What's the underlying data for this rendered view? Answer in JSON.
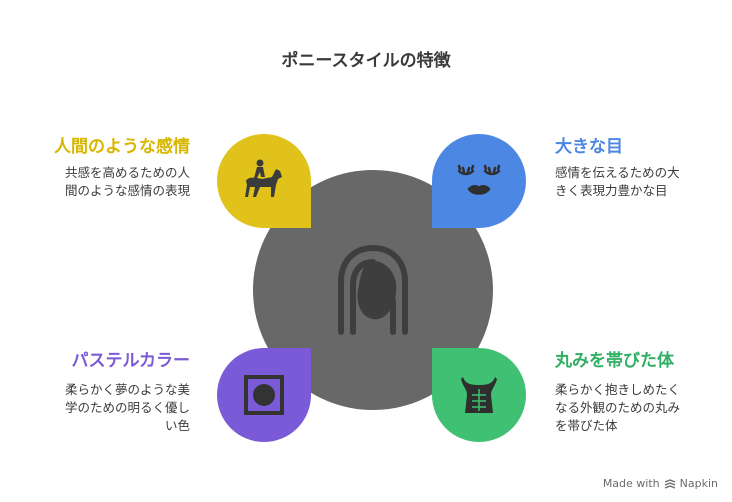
{
  "title": "ポニースタイルの特徴",
  "items": [
    {
      "heading": "人間のような感情",
      "desc_lines": [
        "共感を高めるための人",
        "間のような感情の表現"
      ],
      "color": "#e0c21b",
      "icon": "horse-rider-icon"
    },
    {
      "heading": "大きな目",
      "desc_lines": [
        "感情を伝えるための大",
        "きく表現力豊かな目"
      ],
      "color": "#4d87e4",
      "icon": "face-eyes-lips-icon"
    },
    {
      "heading": "パステルカラー",
      "desc_lines": [
        "柔らかく夢のような美",
        "学のための明るく優し",
        "い色"
      ],
      "color": "#7a5ad6",
      "icon": "color-swatch-icon"
    },
    {
      "heading": "丸みを帯びた体",
      "desc_lines": [
        "柔らかく抱きしめたく",
        "なる外観のための丸み",
        "を帯びた体"
      ],
      "color": "#3fc073",
      "icon": "body-torso-icon"
    }
  ],
  "center": {
    "icon": "hair-head-icon",
    "color": "#686868"
  },
  "watermark": {
    "prefix": "Made with",
    "brand": "Napkin"
  }
}
